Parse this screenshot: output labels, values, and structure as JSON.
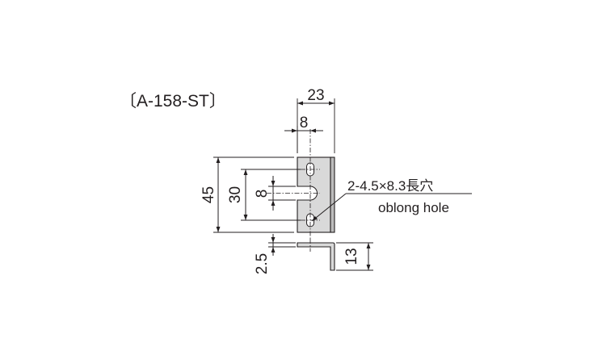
{
  "title": "〔A-158-ST〕",
  "dimensions": {
    "overall_width": "23",
    "hole_offset": "8",
    "overall_height": "45",
    "hole_pitch": "30",
    "slot_width": "8",
    "thickness": "2.5",
    "leg_height": "13"
  },
  "hole_note": {
    "line1": "2-4.5×8.3長穴",
    "line2": "oblong hole"
  },
  "colors": {
    "line": "#231f20",
    "part_fill": "#d9d9d9",
    "part_edge": "#bdbdbd",
    "background": "#ffffff"
  }
}
